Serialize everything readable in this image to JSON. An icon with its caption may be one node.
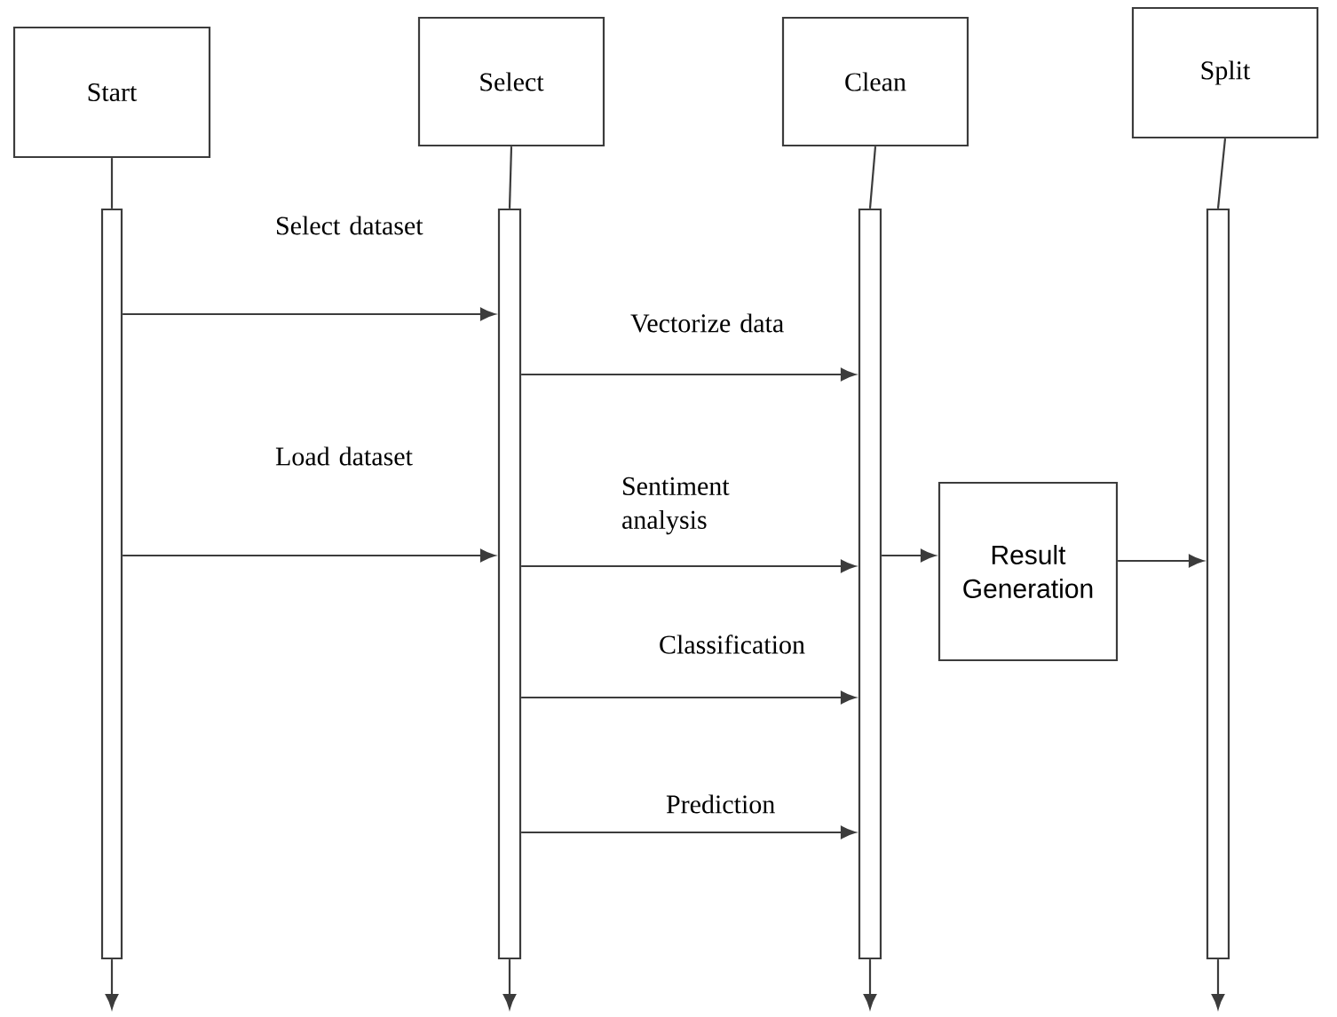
{
  "diagram": {
    "nodes": [
      {
        "text": [
          "Start"
        ]
      },
      {
        "text": [
          "Select"
        ]
      },
      {
        "text": [
          "Clean"
        ]
      },
      {
        "text": [
          "Split"
        ]
      },
      {
        "text": [],
        "shape": "bar"
      },
      {
        "text": [],
        "shape": "bar"
      },
      {
        "text": [],
        "shape": "bar"
      },
      {
        "text": [],
        "shape": "bar"
      },
      {
        "text": [
          "Result Generation"
        ]
      }
    ],
    "edges": [
      {
        "from": 0,
        "to": 4,
        "arrow": "none"
      },
      {
        "from": 1,
        "to": 5,
        "arrow": "none"
      },
      {
        "from": 2,
        "to": 6,
        "arrow": "none"
      },
      {
        "from": 3,
        "to": 7,
        "arrow": "none"
      },
      {
        "from": 4,
        "to": 5,
        "arrow": "to",
        "label": "Select dataset"
      },
      {
        "from": 4,
        "to": 5,
        "arrow": "to",
        "label": "Load dataset"
      },
      {
        "from": 5,
        "to": 6,
        "arrow": "to",
        "label": "Vectorize data"
      },
      {
        "from": 5,
        "to": 6,
        "arrow": "to",
        "label": "Sentiment analysis"
      },
      {
        "from": 5,
        "to": 6,
        "arrow": "to",
        "label": "Classification"
      },
      {
        "from": 5,
        "to": 6,
        "arrow": "to",
        "label": "Prediction"
      },
      {
        "from": 6,
        "to": 8,
        "arrow": "to"
      },
      {
        "from": 8,
        "to": 7,
        "arrow": "to"
      },
      {
        "from": 4,
        "to": null,
        "arrow": "to"
      },
      {
        "from": 5,
        "to": null,
        "arrow": "to"
      },
      {
        "from": 6,
        "to": null,
        "arrow": "to"
      },
      {
        "from": 7,
        "to": null,
        "arrow": "to"
      }
    ]
  }
}
